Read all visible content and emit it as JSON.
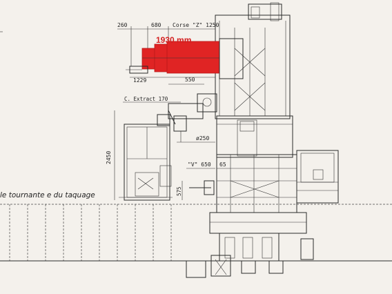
{
  "labels": {
    "highlight": "1930 mm",
    "d260": "260",
    "d680": "680",
    "corse_z": "Corse \"Z\" 1250",
    "d1229": "1229",
    "d550": "550",
    "c_extract": "C. Extract 170",
    "d2450": "2450",
    "d250": "ø250",
    "corse_v": "\"V\" 650",
    "d65": "65",
    "d575": "575",
    "side_text": "le tournante e du taquage"
  },
  "colors": {
    "highlight": "#e02424",
    "line": "#2a2a2a",
    "paper": "#f4f1ec"
  }
}
